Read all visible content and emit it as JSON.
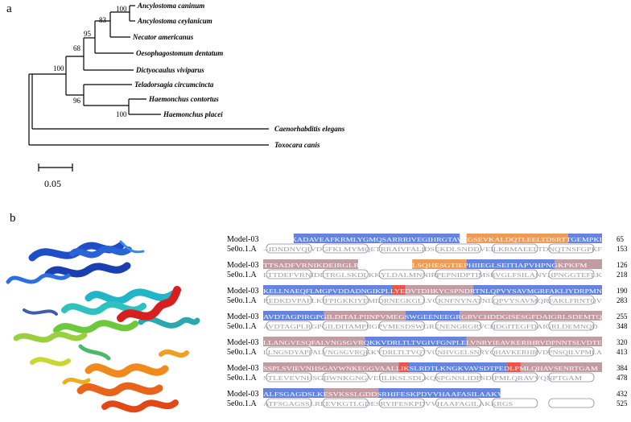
{
  "panel_a": {
    "label": "a",
    "taxa": [
      "Ancylostoma caninum",
      "Ancylostoma ceylanicum",
      "Necator americanus",
      "Oesophagostomum dentatum",
      "Dictyocaulus viviparus",
      "Teladorsagia circumcincta",
      "Haemonchus contortus",
      "Haemonchus placei",
      "Caenorhabditis elegans",
      "Toxocara canis"
    ],
    "bootstrap": [
      "100",
      "83",
      "95",
      "68",
      "100",
      "96",
      "100"
    ],
    "scale_label": "0.05"
  },
  "panel_b": {
    "label": "b",
    "rows": [
      {
        "top": "Model-03",
        "top_seq": "MSGSGKADAVEAFKRMLYGMQSARRRIVEGIHRGTAVEGSEVKALDQTLEELTDSRTTGEMPKI",
        "top_num": "65",
        "bottom": "5e0o.1.A",
        "bottom_seq": "--IDNDNVQIVDGFKLMYMQETRRAIVFALIDSEKDLSNDDVEILKRMAEELTDNQTNSFGPKF",
        "bottom_num": "153"
      },
      {
        "top": "Model-03",
        "top_seq": "TTSADFVRNIKDEIRGLRKDCEFLMHRLSQHESGTIEPHIIEGLSEITIAPVHPNGKPKFM",
        "top_num": "126",
        "bottom": "5e0o.1.A",
        "bottom_seq": "LTTDEFVRNIDETRGLSKDLKKYLDALMNNIRPEPNIDPTIMSRVGLFSILANYHPNGGTEFLK",
        "bottom_num": "218"
      },
      {
        "top": "Model-03",
        "top_seq": "KELLNAEQFLMGPVDDADNGIKPLLYEDVTDHKYCSPNDRTNLQPVYSAVMGRFAKLIYDRPMN",
        "top_num": "190",
        "bottom": "5e0o.1.A",
        "bottom_seq": "REDKDVPAFLKIFPIGKKIYEMIDRNEGKGLLYCKNFNYNATNLQPVYSAVMQRFAKLFRNTQV",
        "bottom_num": "283"
      },
      {
        "top": "Model-03",
        "top_seq": "AVDTAGPIRGPGILDITALPIINPVMEGSWGEENEEGRGRVCHDDGISESGFDAIGRLSDEMTQ",
        "top_num": "255",
        "bottom": "5e0o.1.A",
        "bottom_seq": "AVDTAGPLRGPGILDITAMPIIGPVMESDSWGRENENGRGRVCHDGITEGFDAIGRLDEMNQD",
        "bottom_num": "348"
      },
      {
        "top": "Model-03",
        "top_seq": "LLANGVESQFALVNGSGVRQKKVDRLTLTVGIVFGNPLELVNRYIEAVKERIHRVDPNNTSLVDTE",
        "top_num": "320",
        "bottom": "5e0o.1.A",
        "bottom_seq": "LLNGSDYAPFALVNGSGVRQKKVDRLTLTVQTVCNHVGELSNRYQHAVKERHRVDPNSQILVPMLA",
        "bottom_num": "413"
      },
      {
        "top": "Model-03",
        "top_seq": "SSPLSVIEVNHSGAVWNKEGGVAALLIKSLRDTLKNGKVAVSDTPEDLPMLQHAVSENRTGAM",
        "top_num": "384",
        "bottom": "5e0o.1.A",
        "bottom_seq": "STLEVEVNHSGIIWNKGNGVEIILIKSLSDLKQSPGNSLIDPSDIPMLQRAVVQNPTGAM",
        "bottom_num": "478"
      },
      {
        "top": "Model-03",
        "top_seq": "ALFSGAGDSLKESVKSSLGDDSRHIFESKPDVVHAAFASILAAKVSE",
        "top_num": "432",
        "bottom": "5e0o.1.A",
        "bottom_seq": "ATFSGAGSSLREEVKGTLGDESRYIFESKPDVVHAAFAGILAKKRGS",
        "bottom_num": "525"
      }
    ]
  },
  "colors": {
    "helix_blue": "#4a6fd8",
    "strand_mauve": "#b98a92",
    "loop_orange": "#ea8a3c",
    "highlight_red": "#e0392a",
    "tree_line": "#000000"
  }
}
